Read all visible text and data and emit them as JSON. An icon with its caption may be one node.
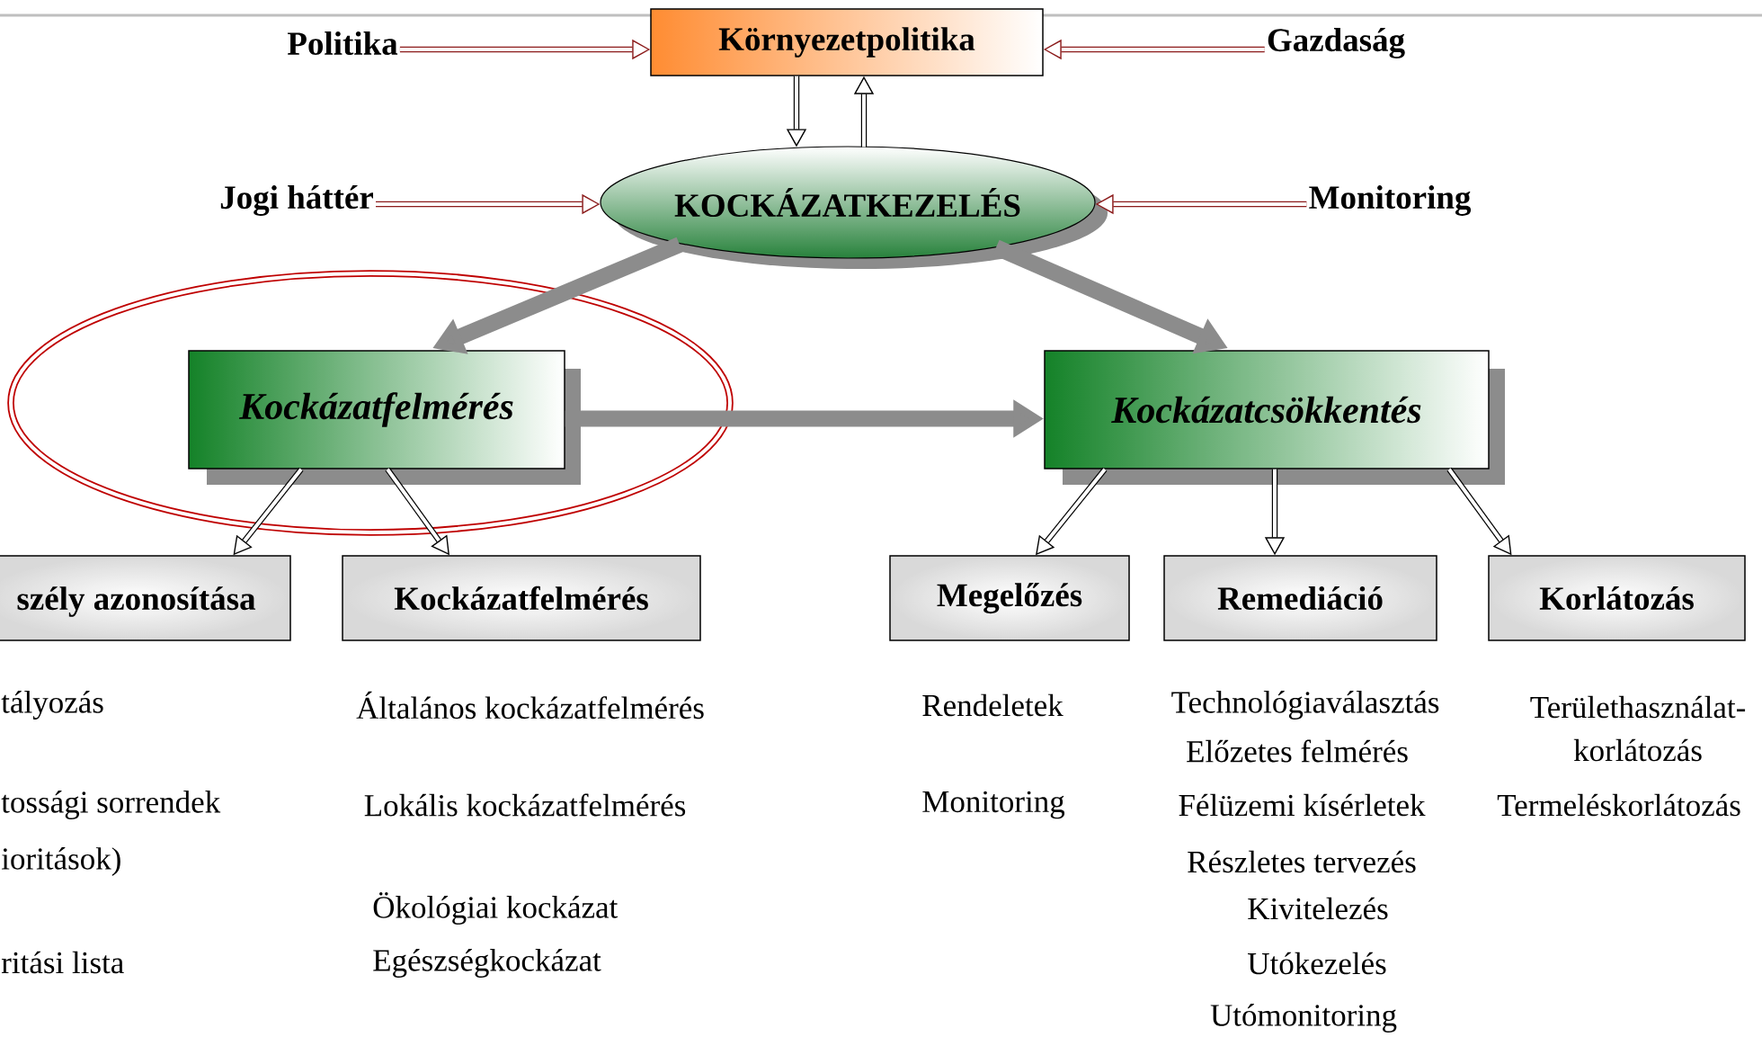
{
  "diagram": {
    "nodes": [
      {
        "text": [
          "Környezetpolitika"
        ]
      },
      {
        "text": [
          "Politika"
        ]
      },
      {
        "text": [
          "Gazdaság"
        ]
      },
      {
        "text": [
          "KOCKÁZATKEZELÉS"
        ]
      },
      {
        "text": [
          "Jogi háttér"
        ]
      },
      {
        "text": [
          "Monitoring"
        ]
      },
      {
        "text": [
          "Kockázatfelmérés"
        ]
      },
      {
        "text": [
          "Kockázatcsökkentés"
        ]
      },
      {
        "text": [
          "szély azonosítása"
        ]
      },
      {
        "text": [
          "Kockázatfelmérés"
        ]
      },
      {
        "text": [
          "Megelőzés"
        ]
      },
      {
        "text": [
          "Remediáció"
        ]
      },
      {
        "text": [
          "Korlátozás"
        ]
      }
    ],
    "edges": [
      {
        "from": 1,
        "to": 0,
        "arrow": "to",
        "color": "#8b1a1a"
      },
      {
        "from": 2,
        "to": 0,
        "arrow": "to",
        "color": "#8b1a1a"
      },
      {
        "from": 0,
        "to": 3,
        "arrow": "to"
      },
      {
        "from": 3,
        "to": 0,
        "arrow": "to"
      },
      {
        "from": 4,
        "to": 3,
        "arrow": "to",
        "color": "#8b1a1a"
      },
      {
        "from": 5,
        "to": 3,
        "arrow": "to",
        "color": "#8b1a1a"
      },
      {
        "from": 3,
        "to": 6,
        "arrow": "to",
        "style": "thick",
        "color": "#8c8c8c"
      },
      {
        "from": 3,
        "to": 7,
        "arrow": "to",
        "style": "thick",
        "color": "#8c8c8c"
      },
      {
        "from": 6,
        "to": 7,
        "arrow": "to",
        "style": "thick",
        "color": "#8c8c8c"
      },
      {
        "from": 6,
        "to": 8,
        "arrow": "to"
      },
      {
        "from": 6,
        "to": 9,
        "arrow": "to"
      },
      {
        "from": 7,
        "to": 10,
        "arrow": "to"
      },
      {
        "from": 7,
        "to": 11,
        "arrow": "to"
      },
      {
        "from": 7,
        "to": 12,
        "arrow": "to"
      }
    ],
    "labels": [
      "tályozás",
      "Általános kockázatfelmérés",
      "Rendeletek",
      "Technológiaválasztás",
      "Területhasználat-korlátozás",
      "Előzetes felmérés",
      "tossági sorrendek",
      "Lokális kockázatfelmérés",
      "Monitoring",
      "Félüzemi kísérletek",
      "Termeléskorlátozás",
      "ioritások)",
      "Részletes tervezés",
      "Ökológiai kockázat",
      "Kivitelezés",
      "ritási lista",
      "Egészségkockázat",
      "Utókezelés",
      "Utómonitoring"
    ]
  }
}
